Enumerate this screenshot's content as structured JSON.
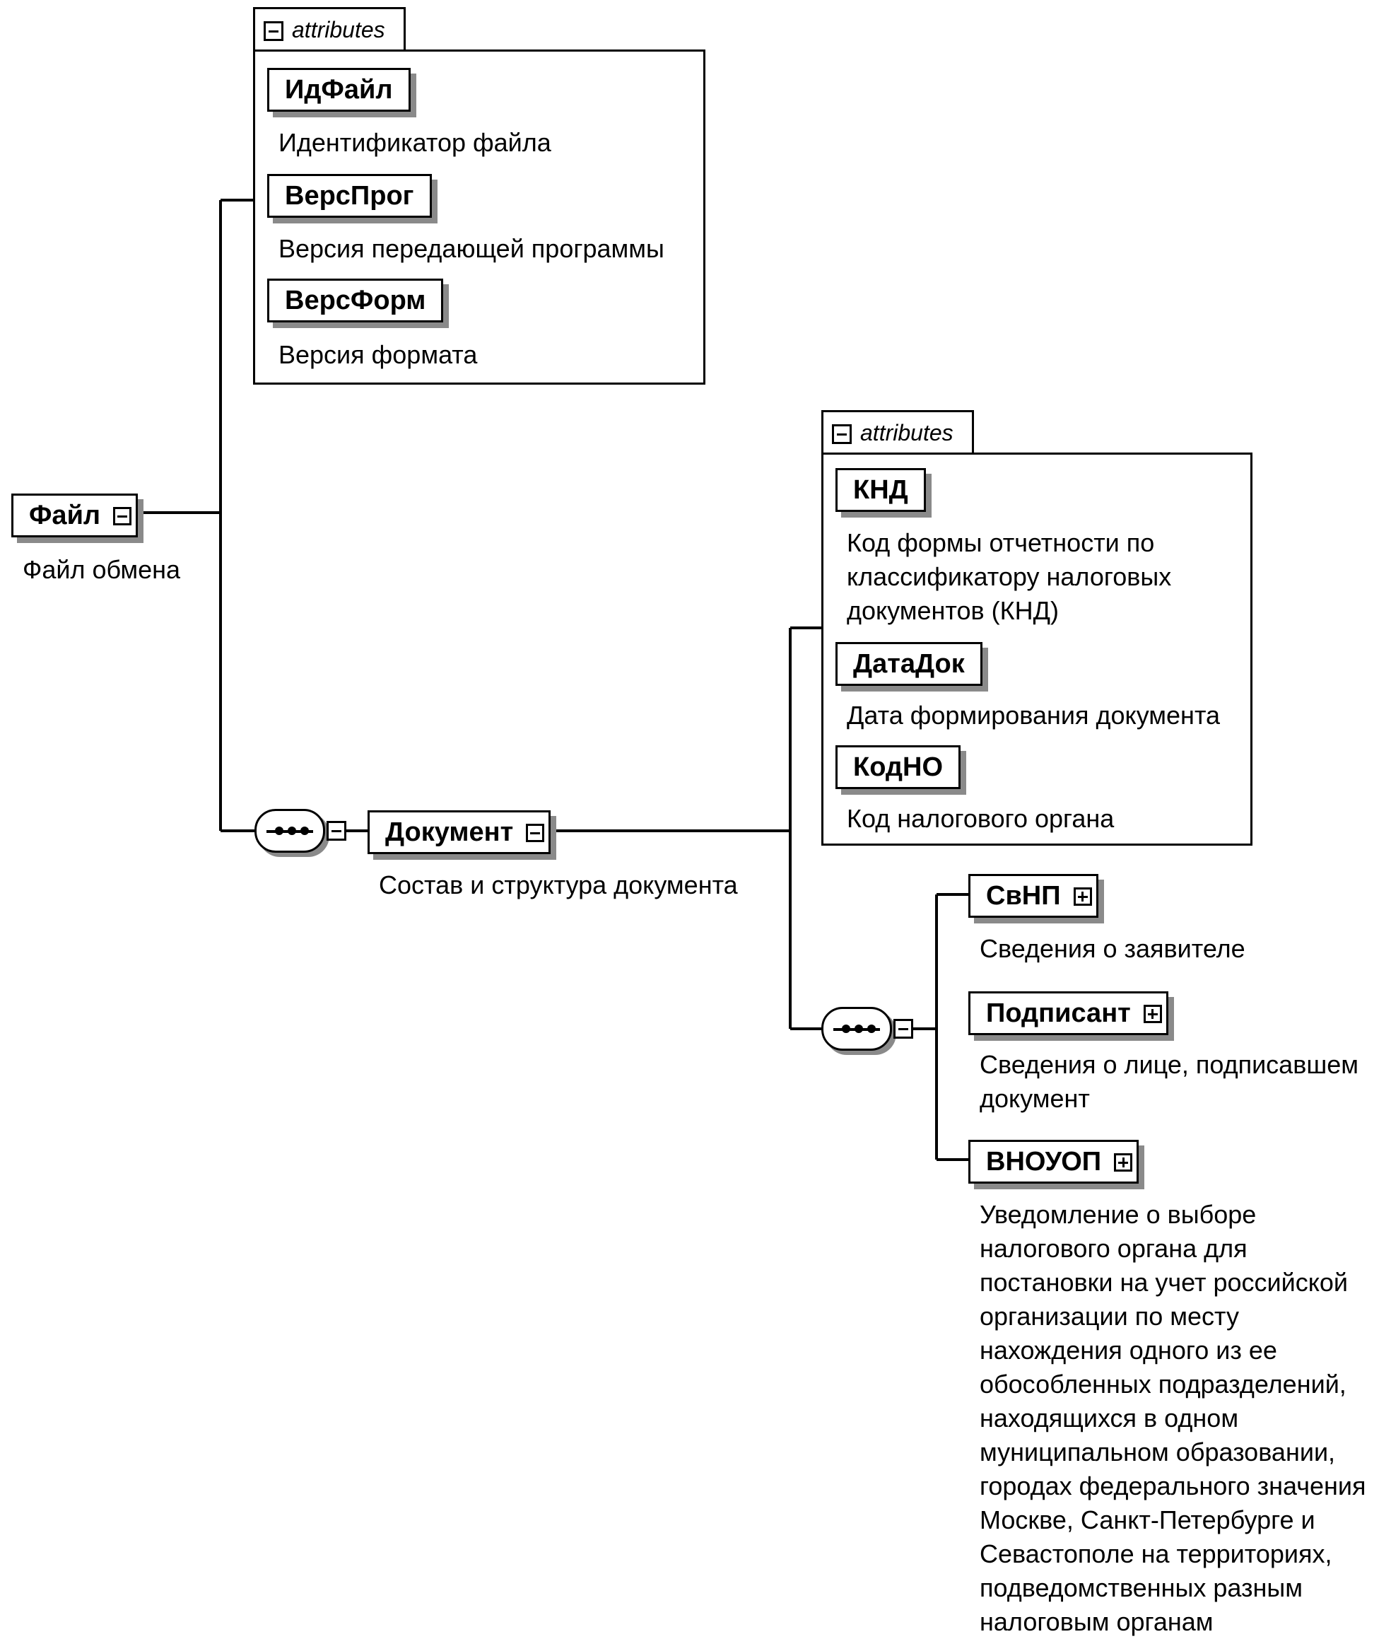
{
  "root": {
    "label": "Файл",
    "desc": "Файл обмена"
  },
  "file_attributes": {
    "tab": "attributes",
    "items": [
      {
        "label": "ИдФайл",
        "desc": "Идентификатор файла"
      },
      {
        "label": "ВерсПрог",
        "desc": "Версия передающей программы"
      },
      {
        "label": "ВерсФорм",
        "desc": "Версия формата"
      }
    ]
  },
  "document": {
    "label": "Документ",
    "desc": "Состав и структура документа"
  },
  "document_attributes": {
    "tab": "attributes",
    "items": [
      {
        "label": "КНД",
        "desc": "Код формы отчетности по\nклассификатору налоговых\nдокументов (КНД)"
      },
      {
        "label": "ДатаДок",
        "desc": "Дата формирования документа"
      },
      {
        "label": "КодНО",
        "desc": "Код налогового органа"
      }
    ]
  },
  "children": [
    {
      "label": "СвНП",
      "desc": "Сведения о заявителе"
    },
    {
      "label": "Подписант",
      "desc": "Сведения о лице, подписавшем\nдокумент"
    },
    {
      "label": "ВНОУОП",
      "desc": "Уведомление о выборе\nналогового органа для\nпостановки на учет российской\nорганизации по месту\nнахождения одного из ее\nобособленных подразделений,\nнаходящихся в одном\nмуниципальном образовании,\nгородах федерального значения\nМоскве, Санкт-Петербурге и\nСевастополе на территориях,\nподведомственных разным\nналоговым органам"
    }
  ]
}
